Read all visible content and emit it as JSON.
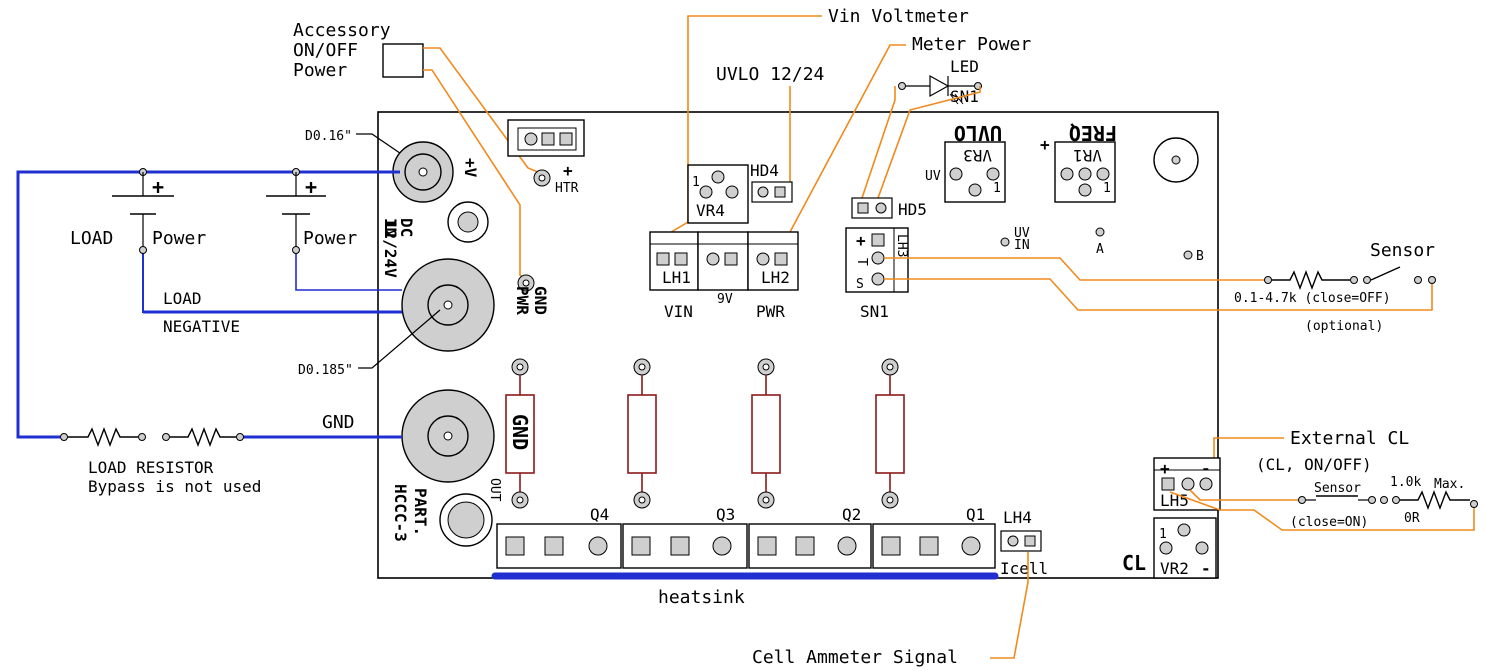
{
  "labels": {
    "accessory": [
      "Accessory",
      "ON/OFF",
      "Power"
    ],
    "vin_voltmeter": "Vin Voltmeter",
    "meter_power": "Meter Power",
    "uvlo_1224": "UVLO 12/24",
    "led": "LED",
    "sn1_top": "SN1",
    "d016": "D0.16\"",
    "d0185": "D0.185\"",
    "plus_v": "+V",
    "dc_in": "DC",
    "dc_in2": "IN",
    "dc_in3": "12/24V",
    "htr": "HTR",
    "htr_plus": "+",
    "gnd_pwr": "GND",
    "gnd_pwr2": "PWR",
    "hd4": "HD4",
    "vr4": "VR4",
    "hd5": "HD5",
    "uvlo_pcb": "UVLO",
    "vr3": "VR3",
    "uv": "UV",
    "freq": "FREQ",
    "vr1": "VR1",
    "lh1": "LH1",
    "lh2": "LH2",
    "lh3": "LH3",
    "vin": "VIN",
    "nine_v": "9V",
    "pwr": "PWR",
    "sn1": "SN1",
    "uv_in1": "UV",
    "uv_in2": "IN",
    "a": "A",
    "b": "B",
    "sensor": "Sensor",
    "sensor_range": "0.1-4.7k (close=OFF)",
    "optional": "(optional)",
    "load": "LOAD",
    "power1": "Power",
    "power2": "Power",
    "load_neg1": "LOAD",
    "load_neg2": "NEGATIVE",
    "gnd": "GND",
    "load_resistor": "LOAD RESISTOR",
    "bypass": "Bypass is not used",
    "gnd_resistor": "GND",
    "part": "PART.",
    "hccc": "HCCC-3",
    "out": "OUT",
    "q4": "Q4",
    "q3": "Q3",
    "q2": "Q2",
    "q1": "Q1",
    "lh4": "LH4",
    "icell": "Icell",
    "heatsink": "heatsink",
    "cell_ammeter": "Cell Ammeter Signal",
    "external_cl": "External CL",
    "cl_onoff": "(CL, ON/OFF)",
    "lh5": "LH5",
    "sensor2": "Sensor",
    "close_on": "(close=ON)",
    "r_max": "1.0k",
    "max": "Max.",
    "zero_r": "0R",
    "cl": "CL",
    "vr2": "VR2",
    "one": "1",
    "plus": "+",
    "minus": "-",
    "t": "T",
    "s": "S"
  },
  "colors": {
    "wire_blue": "#1f2fd0",
    "wire_orange": "#f08a1c",
    "resistor": "#8b1a1a",
    "board": "#000000"
  }
}
